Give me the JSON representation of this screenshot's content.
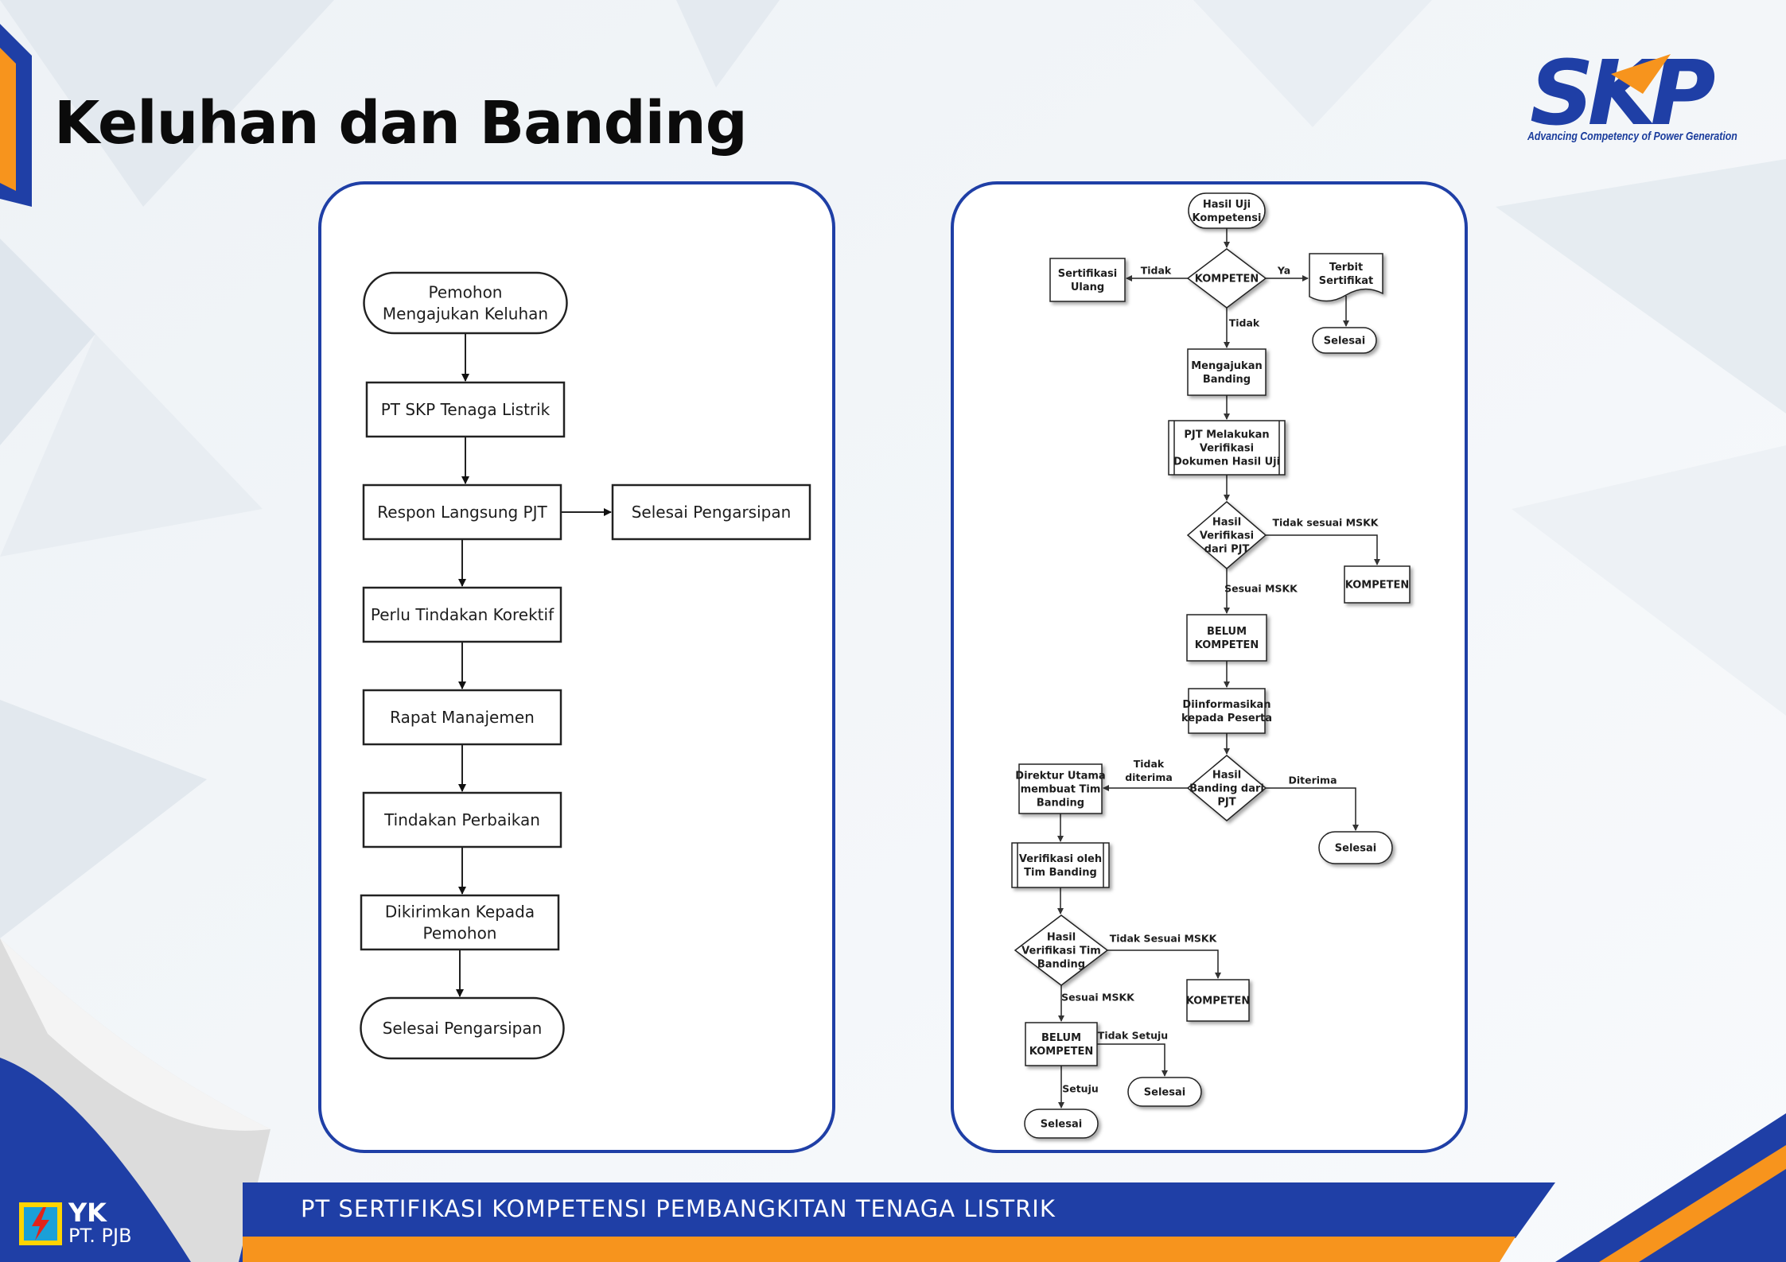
{
  "page": {
    "title": "Keluhan dan Banding",
    "logo": {
      "name": "SKP",
      "tagline": "Advancing Competency of Power Generation"
    },
    "footer": "PT SERTIFIKASI KOMPETENSI PEMBANGKITAN TENAGA LISTRIK",
    "yk_logo": {
      "title": "YK",
      "subtitle": "PT. PJB"
    }
  },
  "colors": {
    "brand_blue": "#1f3fa6",
    "accent_orange": "#f7941d",
    "text_dark": "#0b0b0b"
  },
  "left_flow": {
    "nodes": [
      {
        "id": "L1",
        "label": "Pemohon\nMengajukan Keluhan"
      },
      {
        "id": "L2",
        "label": "PT SKP Tenaga Listrik"
      },
      {
        "id": "L3",
        "label": "Respon Langsung PJT"
      },
      {
        "id": "L4",
        "label": "Selesai Pengarsipan"
      },
      {
        "id": "L5",
        "label": "Perlu Tindakan Korektif"
      },
      {
        "id": "L6",
        "label": "Rapat Manajemen"
      },
      {
        "id": "L7",
        "label": "Tindakan Perbaikan"
      },
      {
        "id": "L8",
        "label": "Dikirimkan Kepada\nPemohon"
      },
      {
        "id": "L9",
        "label": "Selesai Pengarsipan"
      }
    ]
  },
  "right_flow": {
    "nodes": [
      {
        "id": "R1",
        "label": "Hasil Uji\nKompetensi"
      },
      {
        "id": "R2",
        "label": "KOMPETEN"
      },
      {
        "id": "R3",
        "label": "Sertifikasi\nUlang"
      },
      {
        "id": "R4",
        "label": "Terbit\nSertifikat"
      },
      {
        "id": "R5",
        "label": "Selesai"
      },
      {
        "id": "R6",
        "label": "Mengajukan\nBanding"
      },
      {
        "id": "R7",
        "label": "PJT Melakukan\nVerifikasi\nDokumen Hasil Uji"
      },
      {
        "id": "R8",
        "label": "Hasil\nVerifikasi\ndari PJT"
      },
      {
        "id": "R9",
        "label": "KOMPETEN"
      },
      {
        "id": "R10",
        "label": "BELUM\nKOMPETEN"
      },
      {
        "id": "R11",
        "label": "Diinformasikan\nkepada Peserta"
      },
      {
        "id": "R12",
        "label": "Hasil\nBanding dari\nPJT"
      },
      {
        "id": "R13",
        "label": "Direktur Utama\nmembuat Tim\nBanding"
      },
      {
        "id": "R14",
        "label": "Selesai"
      },
      {
        "id": "R15",
        "label": "Verifikasi oleh\nTim Banding"
      },
      {
        "id": "R16",
        "label": "Hasil\nVerifikasi Tim\nBanding"
      },
      {
        "id": "R17",
        "label": "KOMPETEN"
      },
      {
        "id": "R18",
        "label": "BELUM\nKOMPETEN"
      },
      {
        "id": "R19",
        "label": "Selesai"
      },
      {
        "id": "R20",
        "label": "Selesai"
      }
    ],
    "edge_labels": {
      "e_tidak": "Tidak",
      "e_ya": "Ya",
      "e_tidak2": "Tidak",
      "e_tsm": "Tidak sesuai MSKK",
      "e_sm": "Sesuai MSKK",
      "e_td": "Tidak\nditerima",
      "e_d": "Diterima",
      "e_tsm2": "Tidak Sesuai MSKK",
      "e_sm2": "Sesuai MSKK",
      "e_ts": "Tidak Setuju",
      "e_s": "Setuju"
    }
  }
}
